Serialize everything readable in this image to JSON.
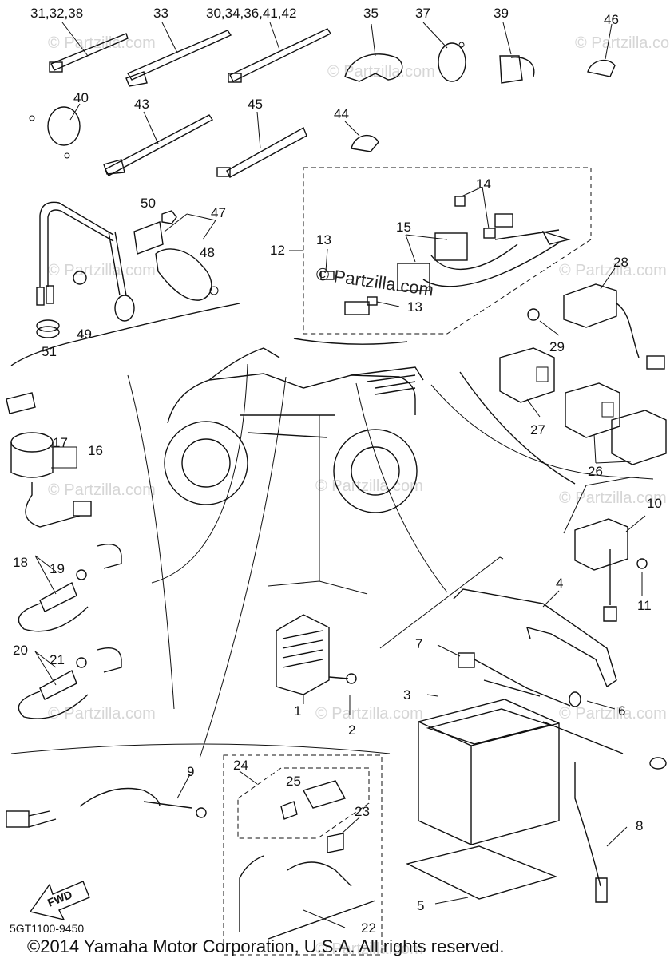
{
  "labels": {
    "p_31_32_38": "31,32,38",
    "p_33": "33",
    "p_30_34_36_41_42": "30,34,36,41,42",
    "p_35": "35",
    "p_37": "37",
    "p_39": "39",
    "p_46": "46",
    "p_40": "40",
    "p_43": "43",
    "p_45": "45",
    "p_44": "44",
    "p_50": "50",
    "p_47": "47",
    "p_48": "48",
    "p_49": "49",
    "p_51": "51",
    "p_14": "14",
    "p_12": "12",
    "p_13a": "13",
    "p_15": "15",
    "p_13b": "13",
    "p_28": "28",
    "p_29": "29",
    "p_27": "27",
    "p_26": "26",
    "p_17": "17",
    "p_16": "16",
    "p_10": "10",
    "p_11": "11",
    "p_18": "18",
    "p_19": "19",
    "p_4": "4",
    "p_20": "20",
    "p_21": "21",
    "p_7": "7",
    "p_1": "1",
    "p_2": "2",
    "p_6": "6",
    "p_3": "3",
    "p_9": "9",
    "p_24": "24",
    "p_25": "25",
    "p_23": "23",
    "p_8": "8",
    "p_22": "22",
    "p_5": "5"
  },
  "watermark": "© Partzilla.com",
  "watermark_center": "© Partzilla.com",
  "fwd_label": "FWD",
  "diagram_code": "5GT1100-9450",
  "copyright": "©2014  Yamaha Motor Corporation, U.S.A. All rights reserved."
}
